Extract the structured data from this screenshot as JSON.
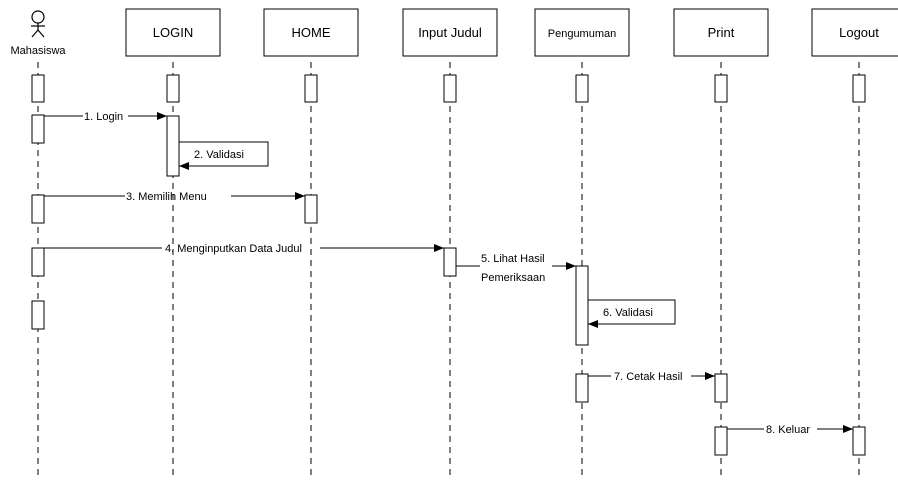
{
  "actor": {
    "label": "Mahasiswa"
  },
  "participants": [
    {
      "id": "login",
      "label": "LOGIN"
    },
    {
      "id": "home",
      "label": "HOME"
    },
    {
      "id": "input-judul",
      "label": "Input Judul"
    },
    {
      "id": "pengumuman",
      "label": "Pengumuman"
    },
    {
      "id": "print",
      "label": "Print"
    },
    {
      "id": "logout",
      "label": "Logout"
    }
  ],
  "messages": {
    "m1": "1. Login",
    "m2": "2. Validasi",
    "m3": "3. Memilih Menu",
    "m4": "4. Menginputkan Data Judul",
    "m5_line1": "5. Lihat Hasil",
    "m5_line2": "Pemeriksaan",
    "m6": "6. Validasi",
    "m7": "7. Cetak Hasil",
    "m8": "8. Keluar"
  }
}
